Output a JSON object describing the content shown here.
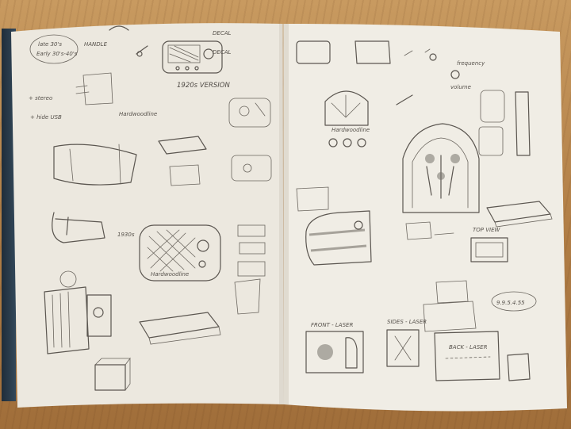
{
  "image_description_labels": {
    "left_page": {
      "header_note_1": "late 30's",
      "header_note_2": "Early 30's-40's",
      "handle_note": "HANDLE",
      "dial_version": "1920s VERSION",
      "version_1930s": "1930s",
      "hardwoodline": "Hardwoodline",
      "decal_note": "DECAL",
      "stereo_note": "+ stereo"
    },
    "right_page": {
      "frequency": "frequency",
      "volume": "volume",
      "front_laser": "FRONT - LASER",
      "sides_laser": "SIDES - LASER",
      "back_laser": "BACK - LASER",
      "top_view": "TOP VIEW",
      "hardwoodline": "Hardwoodline",
      "brand_note": "9.9.5.4.55"
    }
  },
  "colors": {
    "table": "#b98a52",
    "paper_left": "#efece4",
    "paper_right": "#f1eee6",
    "pencil": "#5b5650",
    "cover": "#2b3c4c"
  }
}
